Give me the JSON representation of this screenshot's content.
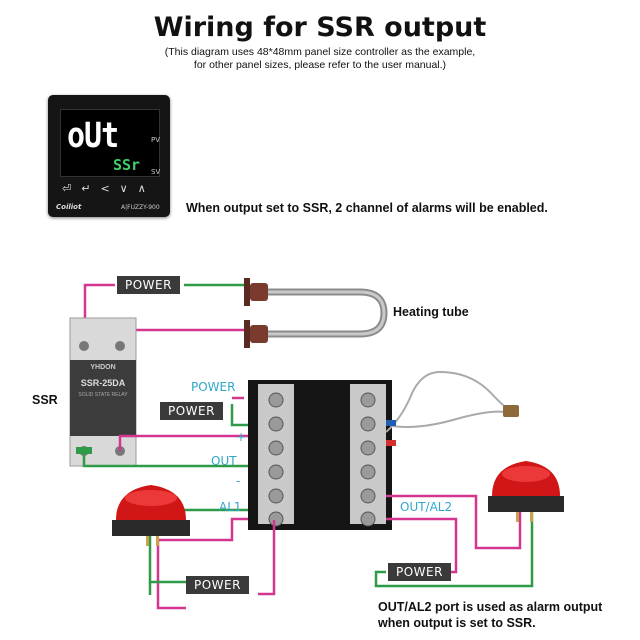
{
  "title": "Wiring for SSR output",
  "subtitle": {
    "line1": "(This diagram uses 48*48mm panel size controller as the example,",
    "line2": "for other panel sizes, please refer to the user manual.)"
  },
  "device": {
    "pv_display": "oUt",
    "sv_display": "SSr",
    "pv_label": "PV",
    "sv_label": "SV",
    "keys": [
      "⏎",
      "↵",
      "<",
      "∨",
      "∧"
    ],
    "brand": "Coiliot",
    "model": "A|FUZZY-900"
  },
  "note_ssr": "When output set to SSR, 2 channel of alarms will be enabled.",
  "labels": {
    "power_top": "POWER",
    "heating_tube": "Heating tube",
    "ssr": "SSR",
    "power_cyan": "POWER",
    "power_box_left": "POWER",
    "plus": "+",
    "out": "OUT",
    "minus": "-",
    "al1": "AL1",
    "out_al2": "OUT/AL2",
    "power_bottom_left": "POWER",
    "power_bottom_right": "POWER"
  },
  "ssr_module": {
    "brand": "YHDON",
    "model": "SSR-25DA",
    "sub": "SOLID STATE RELAY"
  },
  "note_bottom": {
    "line1": "OUT/AL2 port is used as alarm output",
    "line2": "when output is set to SSR."
  },
  "colors": {
    "wire_magenta": "#d4368f",
    "wire_green": "#2f9a47",
    "label_cyan": "#2fa8c8",
    "power_box_bg": "#3a3a3a"
  }
}
